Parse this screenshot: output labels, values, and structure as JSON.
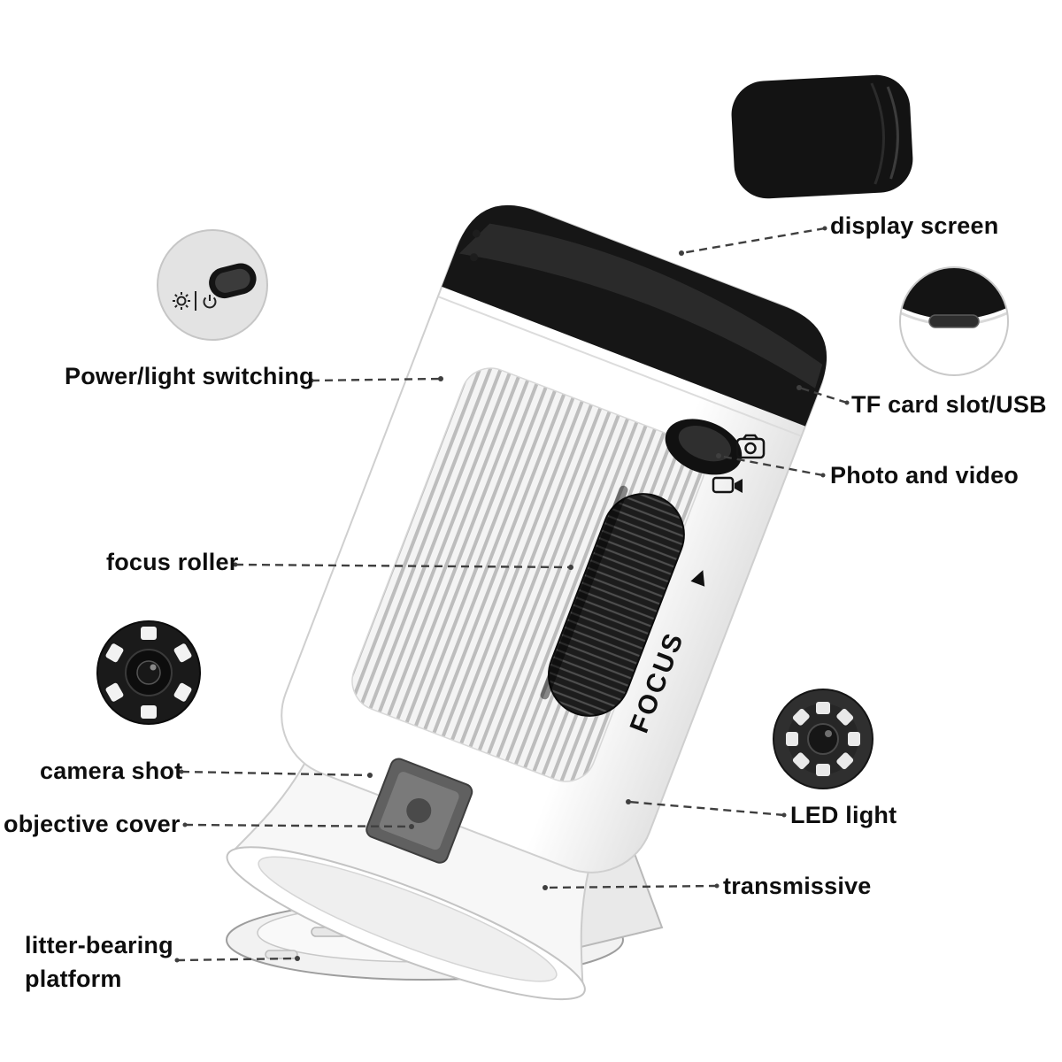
{
  "colors": {
    "background": "#ffffff",
    "label_text": "#0e0e0e",
    "leader_line": "#3f3f3f",
    "device_dark": "#161616",
    "device_body": "#ffffff"
  },
  "device": {
    "focus_label": "FOCUS",
    "focus_arrow": "▶"
  },
  "icons": {
    "sun": "☀",
    "power": "⏻",
    "camera": "📷",
    "video": "🎥",
    "focus_arrow": "▶"
  },
  "callouts": [
    {
      "id": "display-screen",
      "label": "display screen"
    },
    {
      "id": "tf-card-slot-usb",
      "label": "TF card slot/USB"
    },
    {
      "id": "photo-and-video",
      "label": "Photo and video"
    },
    {
      "id": "power-light-switching",
      "label": "Power/light switching"
    },
    {
      "id": "focus-roller",
      "label": "focus roller"
    },
    {
      "id": "camera-shot",
      "label": "camera shot"
    },
    {
      "id": "objective-cover",
      "label": "objective cover"
    },
    {
      "id": "led-light",
      "label": "LED light"
    },
    {
      "id": "transmissive",
      "label": "transmissive"
    },
    {
      "id": "litter-bearing-platform",
      "label": "litter-bearing platform"
    }
  ]
}
